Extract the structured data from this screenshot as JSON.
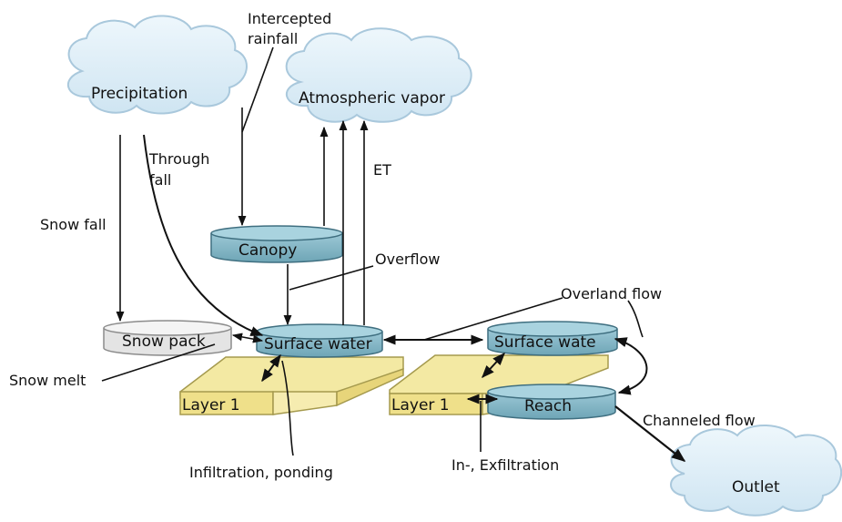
{
  "diagram": {
    "clouds": {
      "precipitation": "Precipitation",
      "atmospheric_vapor": "Atmospheric vapor",
      "outlet": "Outlet"
    },
    "nodes": {
      "canopy": "Canopy",
      "snow_pack": "Snow pack",
      "surface_water_left": "Surface water",
      "surface_water_right": "Surface wate",
      "reach": "Reach",
      "layer_left": "Layer 1",
      "layer_right": "Layer 1"
    },
    "flows": {
      "intercepted_line1": "Intercepted",
      "intercepted_line2": "rainfall",
      "through_line1": "Through",
      "through_line2": "fall",
      "snow_fall": "Snow fall",
      "et": "ET",
      "overflow": "Overflow",
      "overland_flow": "Overland flow",
      "snow_melt": "Snow melt",
      "infiltration": "Infiltration, ponding",
      "exfiltration": "In-, Exfiltration",
      "channeled_flow": "Channeled flow"
    },
    "colors": {
      "cloud_fill": "#d9ecf7",
      "cloud_stroke": "#a9c8dc",
      "tank_fill": "#7fb4c4",
      "tank_top": "#a9d3df",
      "tank_stroke": "#3f6f80",
      "snow_fill": "#e9e9e9",
      "layer_fill": "#f3e9a3",
      "layer_stroke": "#a59a4e"
    }
  }
}
